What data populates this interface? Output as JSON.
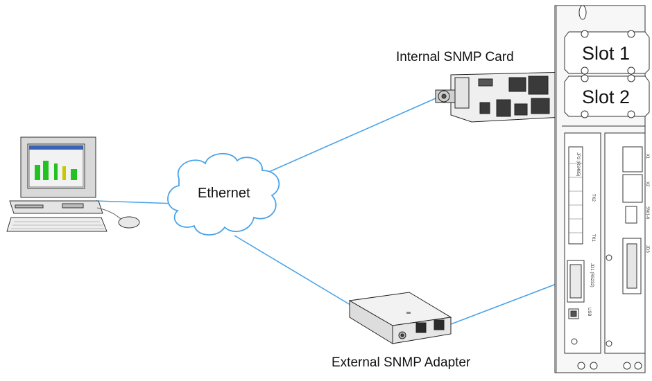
{
  "labels": {
    "internal_card": "Internal SNMP Card",
    "external_adapter": "External SNMP Adapter",
    "network": "Ethernet",
    "slot1": "Slot 1",
    "slot2": "Slot 2"
  },
  "panel_marks": {
    "jp2": "JP2 (RS485)",
    "x1": "X1",
    "x2": "X2",
    "sw": "SW1-6",
    "jd3": "JD3",
    "jd1": "JD1 (RS232)",
    "usb": "USB",
    "tk2": "TK2",
    "tk1": "TK1"
  },
  "colors": {
    "link": "#4aa3e8",
    "outline": "#222222",
    "screen_bars": "#22c222",
    "chassis": "#f4f4f4"
  }
}
